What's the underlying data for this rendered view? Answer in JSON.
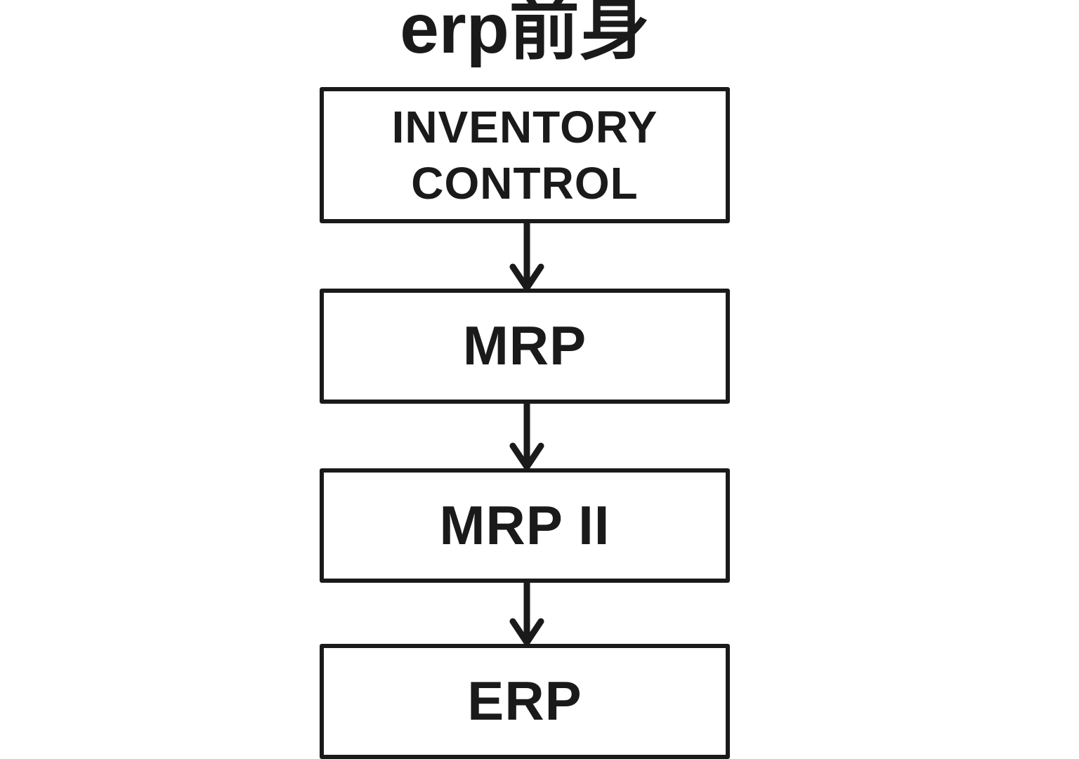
{
  "page": {
    "background_color": "#ffffff",
    "ink_color": "#1a1a1a"
  },
  "diagram": {
    "title": "erp前身",
    "nodes": [
      {
        "id": "inventory-control",
        "label": "INVENTORY CONTROL"
      },
      {
        "id": "mrp",
        "label": "MRP"
      },
      {
        "id": "mrp-ii",
        "label": "MRP II"
      },
      {
        "id": "erp",
        "label": "ERP"
      }
    ],
    "connections": [
      {
        "from": "INVENTORY CONTROL",
        "to": "MRP",
        "style": "arrow-down"
      },
      {
        "from": "MRP",
        "to": "MRP II",
        "style": "arrow-down"
      },
      {
        "from": "MRP II",
        "to": "ERP",
        "style": "arrow-down"
      }
    ]
  }
}
